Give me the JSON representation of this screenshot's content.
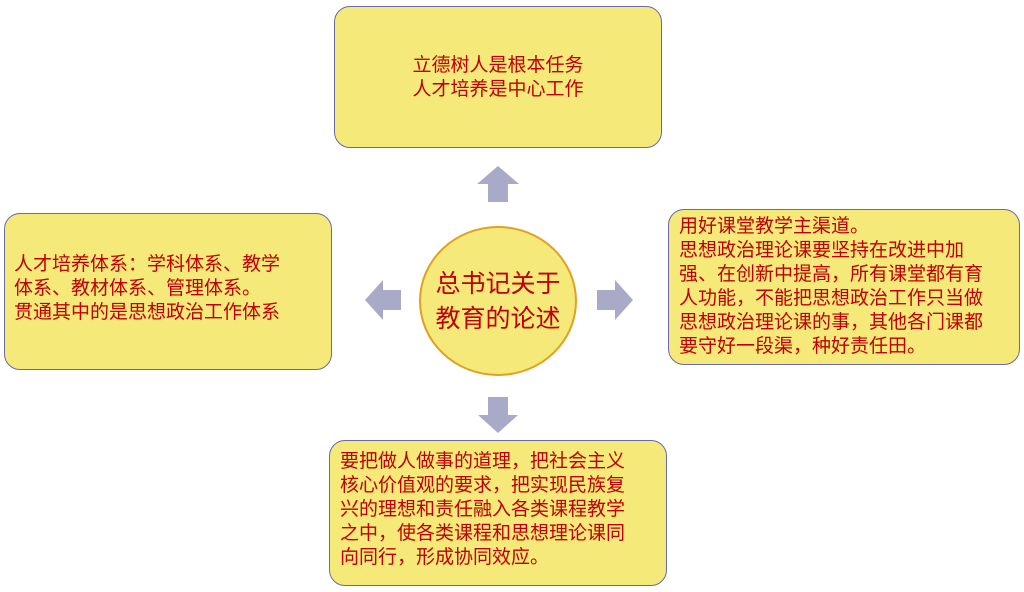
{
  "center": {
    "lines": [
      "总书记关于",
      "教育的论述"
    ]
  },
  "top_box": {
    "lines": [
      "立德树人是根本任务",
      "人才培养是中心工作"
    ]
  },
  "left_box": {
    "lines": [
      "人才培养体系：学科体系、教学",
      "体系、教材体系、管理体系。",
      "贯通其中的是思想政治工作体系"
    ]
  },
  "right_box": {
    "lines": [
      "用好课堂教学主渠道。",
      "思想政治理论课要坚持在改进中加",
      "强、在创新中提高，所有课堂都有育",
      "人功能，不能把思想政治工作只当做",
      "思想政治理论课的事，其他各门课都",
      "要守好一段渠，种好责任田。"
    ]
  },
  "bottom_box": {
    "lines": [
      "要把做人做事的道理，把社会主义",
      "核心价值观的要求，把实现民族复",
      "兴的理想和责任融入各类课程教学",
      "之中，使各类课程和思想理论课同",
      "向同行，形成协同效应。"
    ]
  },
  "colors": {
    "box_fill": "#f5e97a",
    "text": "#c00000",
    "box_border": "#6a6aa0",
    "circle_border": "#e0a020",
    "arrow": "#a9a9c8"
  }
}
